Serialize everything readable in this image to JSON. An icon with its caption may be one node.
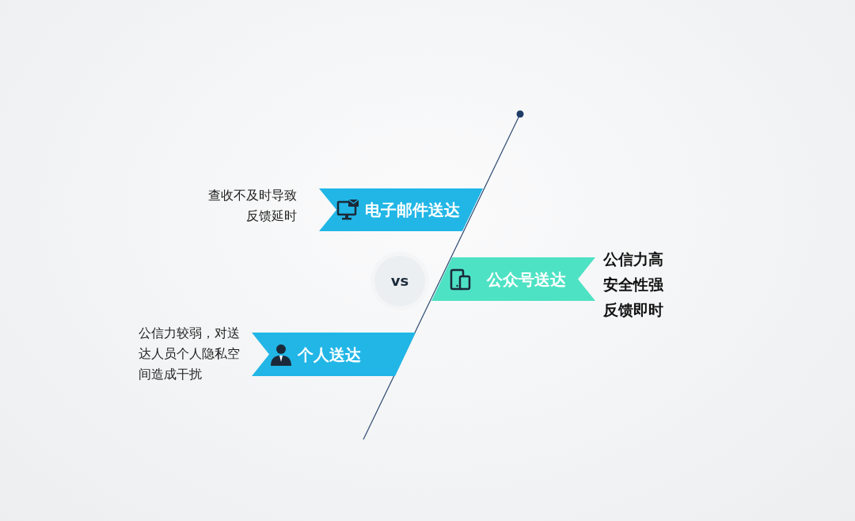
{
  "diagram": {
    "nodes": [
      {
        "text": [
          "电子邮件送达"
        ],
        "beside": [
          "查收不及时导致反馈延时"
        ]
      },
      {
        "text": [
          "vs"
        ]
      },
      {
        "text": [
          "公众号送达"
        ],
        "beside": [
          "公信力高",
          "安全性强",
          "反馈即时"
        ]
      },
      {
        "text": [
          "个人送达"
        ],
        "beside": [
          "公信力较弱，对送达人员个人隐私空间造成干扰"
        ]
      }
    ]
  }
}
